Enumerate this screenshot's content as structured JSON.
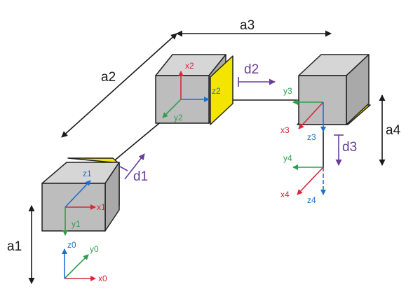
{
  "labels": {
    "a1": "a1",
    "a2": "a2",
    "a3": "a3",
    "a4": "a4",
    "d1": "d1",
    "d2": "d2",
    "d3": "d3"
  },
  "axes": {
    "x0": "x0",
    "y0": "y0",
    "z0": "z0",
    "x1": "x1",
    "y1": "y1",
    "z1": "z1",
    "x2": "x2",
    "y2": "y2",
    "z2": "z2",
    "x3": "x3",
    "y3": "y3",
    "z3": "z3",
    "x4": "x4",
    "y4": "y4",
    "z4": "z4"
  },
  "colors": {
    "x_axis": "#d62839",
    "y_axis": "#2e9e4f",
    "z_axis": "#1f6fd1",
    "prismatic_arrow": "#6a3d9a",
    "cube_front": "#bdbdbd",
    "cube_top": "#d6d6d6",
    "cube_side": "#a9a9a9",
    "slider_plate": "#f4e500",
    "dimension_line": "#1a1a1a"
  }
}
